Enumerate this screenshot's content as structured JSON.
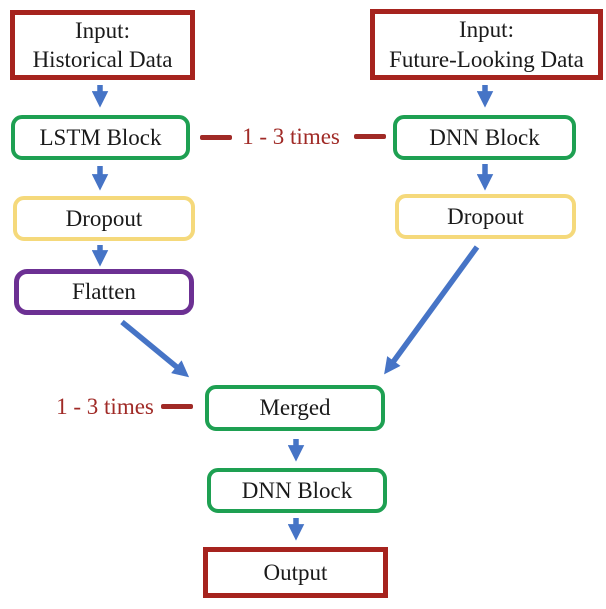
{
  "diagram": {
    "type": "flowchart",
    "description_visible_text_only": "",
    "nodes": {
      "input_historical": {
        "lines": [
          "Input:",
          "Historical Data"
        ],
        "border_color": "#A6231E",
        "shape": "rectangle"
      },
      "input_future": {
        "lines": [
          "Input:",
          "Future-Looking Data"
        ],
        "border_color": "#A6231E",
        "shape": "rectangle"
      },
      "lstm": {
        "label": "LSTM Block",
        "border_color": "#1EA052",
        "shape": "rounded"
      },
      "dnn_top": {
        "label": "DNN Block",
        "border_color": "#1EA052",
        "shape": "rounded"
      },
      "dropout_left": {
        "label": "Dropout",
        "border_color": "#F5D97B",
        "shape": "rounded"
      },
      "dropout_right": {
        "label": "Dropout",
        "border_color": "#F5D97B",
        "shape": "rounded"
      },
      "flatten": {
        "label": "Flatten",
        "border_color": "#6C3093",
        "shape": "rounded"
      },
      "merged": {
        "label": "Merged",
        "border_color": "#1EA052",
        "shape": "rounded"
      },
      "dnn_bottom": {
        "label": "DNN Block",
        "border_color": "#1EA052",
        "shape": "rounded"
      },
      "output": {
        "label": "Output",
        "border_color": "#A6231E",
        "shape": "rectangle"
      }
    },
    "annotations": {
      "repeat_top": "1 - 3 times",
      "repeat_merged": "1 - 3 times"
    },
    "edges": [
      {
        "from": "input_historical",
        "to": "lstm"
      },
      {
        "from": "input_future",
        "to": "dnn_top"
      },
      {
        "from": "lstm",
        "to": "dropout_left"
      },
      {
        "from": "dnn_top",
        "to": "dropout_right"
      },
      {
        "from": "dropout_left",
        "to": "flatten"
      },
      {
        "from": "flatten",
        "to": "merged"
      },
      {
        "from": "dropout_right",
        "to": "merged"
      },
      {
        "from": "merged",
        "to": "dnn_bottom"
      },
      {
        "from": "dnn_bottom",
        "to": "output"
      }
    ]
  },
  "colors": {
    "dark_red": "#A6231E",
    "label_red": "#A02A26",
    "green": "#1EA052",
    "yellow": "#F5D97B",
    "purple": "#6C3093",
    "arrow_blue": "#4674C6",
    "text": "#1a1a1a",
    "background": "#ffffff"
  }
}
